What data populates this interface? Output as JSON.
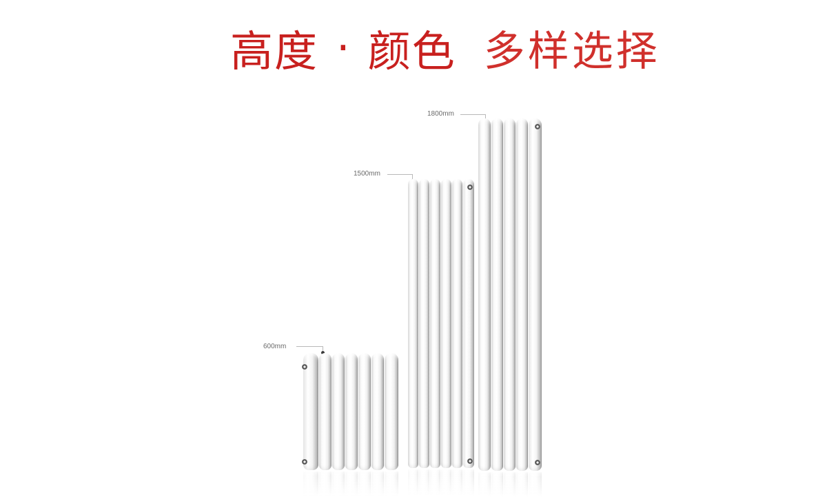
{
  "headline": {
    "part1": "高度",
    "separator": "·",
    "part2": "颜色",
    "part3": "多样选择",
    "color": "#c8201e"
  },
  "products": [
    {
      "id": "radiator-600",
      "height_label": "600mm",
      "columns": 7
    },
    {
      "id": "radiator-1500",
      "height_label": "1500mm",
      "columns": 6
    },
    {
      "id": "radiator-1800",
      "height_label": "1800mm",
      "columns": 5
    }
  ]
}
